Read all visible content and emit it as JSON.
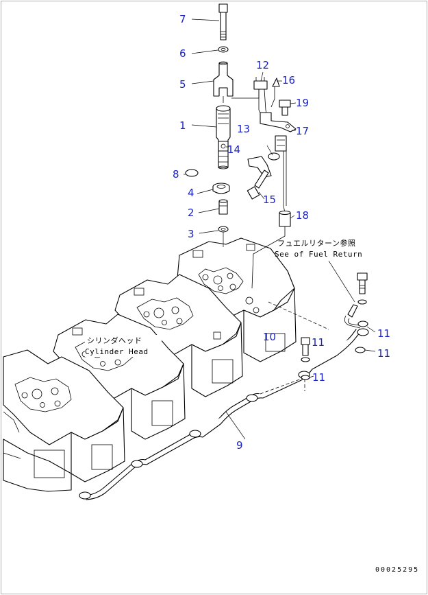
{
  "callouts": {
    "c1": "1",
    "c2": "2",
    "c3": "3",
    "c4": "4",
    "c5": "5",
    "c6": "6",
    "c7": "7",
    "c8": "8",
    "c9": "9",
    "c10": "10",
    "c11a": "11",
    "c11b": "11",
    "c11c": "11",
    "c11d": "11",
    "c12": "12",
    "c13": "13",
    "c14": "14",
    "c15": "15",
    "c16": "16",
    "c17": "17",
    "c18": "18",
    "c19": "19"
  },
  "notes": {
    "fuel_return_jp": "フュエルリターン参照",
    "fuel_return_en": "See of Fuel Return",
    "cylinder_head_jp": "シリンダヘッド",
    "cylinder_head_en": "Cylinder Head"
  },
  "drawing_number": "00025295"
}
